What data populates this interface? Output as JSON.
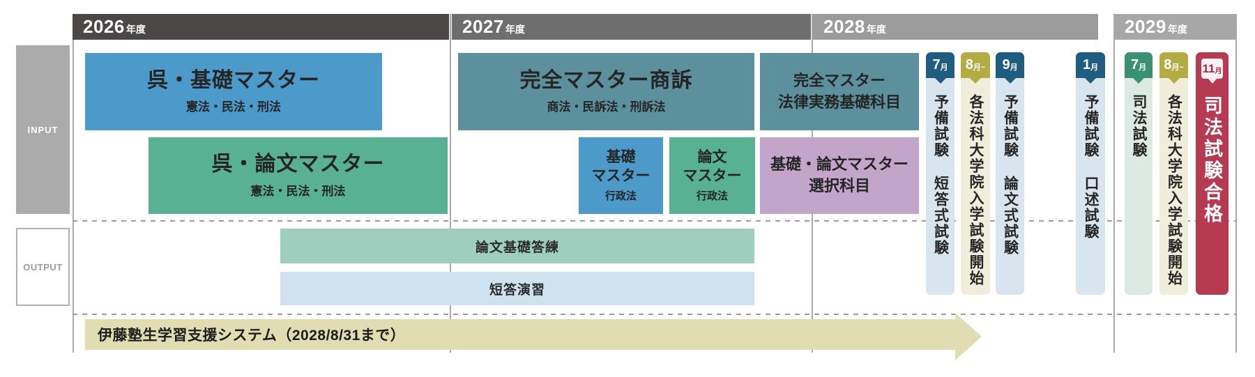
{
  "sidebar": {
    "input_label": "INPUT",
    "output_label": "OUTPUT"
  },
  "years": [
    {
      "year": "2026",
      "suffix": "年度",
      "color": "#4a4746"
    },
    {
      "year": "2027",
      "suffix": "年度",
      "color": "#6f6e6e"
    },
    {
      "year": "2028",
      "suffix": "年度",
      "color": "#9c9b9b"
    },
    {
      "year": "2029",
      "suffix": "年度",
      "color": "#a8a7a7"
    }
  ],
  "input_boxes": [
    {
      "title": "呉・基礎マスター",
      "subtitle": "憲法・民法・刑法",
      "color": "#4c9aca"
    },
    {
      "title": "呉・論文マスター",
      "subtitle": "憲法・民法・刑法",
      "color": "#58b193"
    },
    {
      "title": "完全マスター商訴",
      "subtitle": "商法・民訴法・刑訴法",
      "color": "#5b909c"
    },
    {
      "line1": "基礎",
      "line2": "マスター",
      "line3": "行政法",
      "color": "#4c9aca"
    },
    {
      "line1": "論文",
      "line2": "マスター",
      "line3": "行政法",
      "color": "#58b193"
    },
    {
      "line1": "完全マスター",
      "line2": "法律実務基礎科目",
      "color": "#5b909c"
    },
    {
      "line1": "基礎・論文マスター",
      "line2": "選択科目",
      "color": "#c3a5ca"
    }
  ],
  "output_bars": [
    {
      "label": "論文基礎答練",
      "color": "#9fcdbe"
    },
    {
      "label": "短答演習",
      "color": "#cfe3ee"
    }
  ],
  "support_arrow": {
    "label": "伊藤塾生学習支援システム（2028/8/31まで）",
    "color": "#e0ddb2"
  },
  "milestones": [
    {
      "month": "7",
      "suffix": "月",
      "label": "予備試験 短答式試験",
      "badge_color": "#1e5c80",
      "fill_color": "#d9e5ee"
    },
    {
      "month": "8",
      "suffix": "月~",
      "label": "各法科大学院入学試験開始",
      "badge_color": "#b3ac45",
      "fill_color": "#f0eedb"
    },
    {
      "month": "9",
      "suffix": "月",
      "label": "予備試験 論文式試験",
      "badge_color": "#1e5c80",
      "fill_color": "#d9e5ee"
    },
    {
      "month": "1",
      "suffix": "月",
      "label": "予備試験 口述試験",
      "badge_color": "#1e5c80",
      "fill_color": "#d9e5ee"
    },
    {
      "month": "7",
      "suffix": "月",
      "label": "司法試験",
      "badge_color": "#3a9073",
      "fill_color": "#dceae3"
    },
    {
      "month": "8",
      "suffix": "月~",
      "label": "各法科大学院入学試験開始",
      "badge_color": "#b3ac45",
      "fill_color": "#f0eedb"
    },
    {
      "month": "11",
      "suffix": "月",
      "label": "司法試験合格",
      "badge_color": "#fdf0f2",
      "badge_text_color": "#a02c46",
      "fill_color": "#b53a52"
    }
  ]
}
